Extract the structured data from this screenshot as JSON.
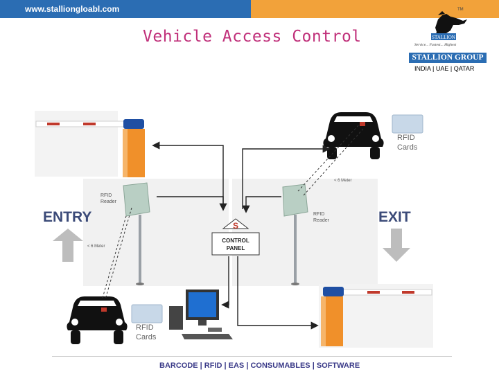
{
  "header": {
    "website": "www.stalliongloabl.com"
  },
  "title": "Vehicle Access Control",
  "logo": {
    "emblem_text": "STALLION",
    "tagline": "Service... Fastest... Highest",
    "tm": "TM",
    "group": "STALLION GROUP",
    "countries": "INDIA | UAE | QATAR"
  },
  "diagram": {
    "entry_label": "ENTRY",
    "exit_label": "EXIT",
    "control_panel_line1": "CONTROL",
    "control_panel_line2": "PANEL",
    "rfid_reader_left": [
      "RFID",
      "Reader"
    ],
    "rfid_reader_right": [
      "RFID",
      "Reader"
    ],
    "rfid_cards_top": [
      "RFID",
      "Cards"
    ],
    "rfid_cards_bottom": [
      "RFID",
      "Cards"
    ],
    "distance_left": "< 6 Meter",
    "distance_right": "< 6 Meter"
  },
  "footer": "BARCODE | RFID | EAS | CONSUMABLES | SOFTWARE",
  "colors": {
    "blue_bar": "#2b6db3",
    "orange_bar": "#f2a23a",
    "title": "#c0307a",
    "footer_text": "#3a3a88"
  }
}
